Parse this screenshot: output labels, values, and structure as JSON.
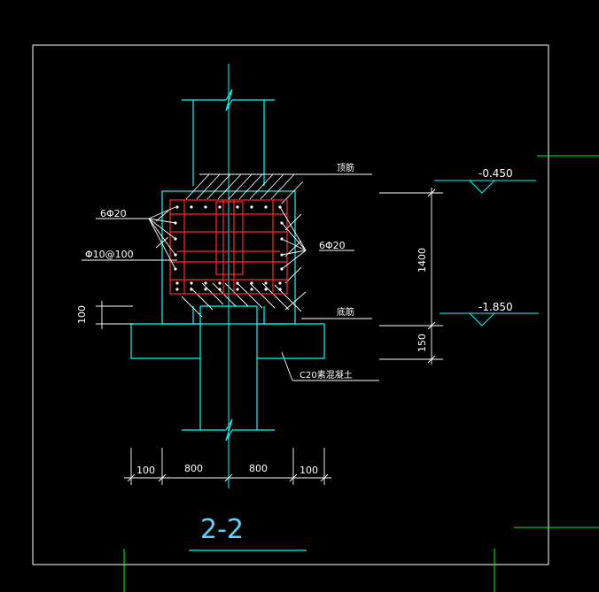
{
  "drawing": {
    "section_title": "2-2",
    "labels": {
      "top_bar": "顶筋",
      "bottom_bar": "底筋",
      "left_main_bars": "6Φ20",
      "right_main_bars": "6Φ20",
      "stirrup": "Φ10@100",
      "concrete": "C20素混凝土"
    },
    "elevations": {
      "upper": "-0.450",
      "lower": "-1.850"
    },
    "dimensions": {
      "vertical_height": "1400",
      "vertical_base": "150",
      "left_offset": "100",
      "bottom": [
        "100",
        "800",
        "800",
        "100"
      ]
    },
    "colors": {
      "background": "#000000",
      "cyan": "#00ffff",
      "red": "#ff2a2a",
      "white": "#ffffff",
      "green": "#00ff00",
      "frame": "#ffffff"
    }
  }
}
